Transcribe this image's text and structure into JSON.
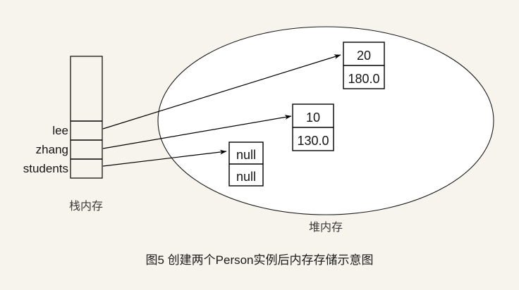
{
  "figure": {
    "caption": "图5 创建两个Person实例后内存存储示意图"
  },
  "stack_region": {
    "label": "栈内存",
    "variables": [
      {
        "name": "lee"
      },
      {
        "name": "zhang"
      },
      {
        "name": "students"
      }
    ]
  },
  "heap_region": {
    "label": "堆内存",
    "objects": [
      {
        "id": "person-lee",
        "fields": [
          {
            "value": "20"
          },
          {
            "value": "180.0"
          }
        ]
      },
      {
        "id": "person-zhang",
        "fields": [
          {
            "value": "10"
          },
          {
            "value": "130.0"
          }
        ]
      },
      {
        "id": "students-array",
        "fields": [
          {
            "value": "null"
          },
          {
            "value": "null"
          }
        ]
      }
    ]
  },
  "colors": {
    "background": "#f7f4ed",
    "heap_fill": "#ffffff",
    "stroke": "#000000",
    "text": "#141414"
  }
}
